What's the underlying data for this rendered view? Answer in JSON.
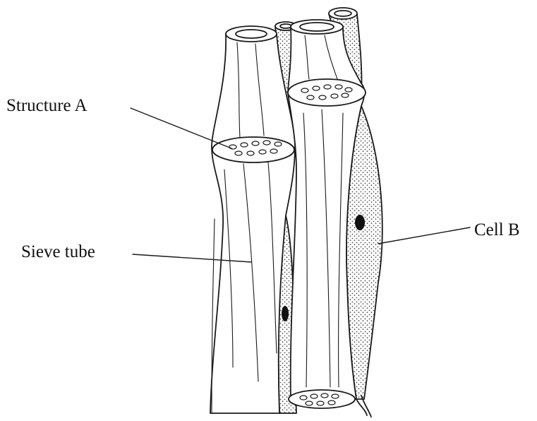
{
  "labels": {
    "structure_a": "Structure A",
    "sieve_tube": "Sieve tube",
    "cell_b": "Cell B"
  },
  "colors": {
    "line": "#1a1a1a",
    "background": "#ffffff",
    "stipple": "#555555"
  }
}
